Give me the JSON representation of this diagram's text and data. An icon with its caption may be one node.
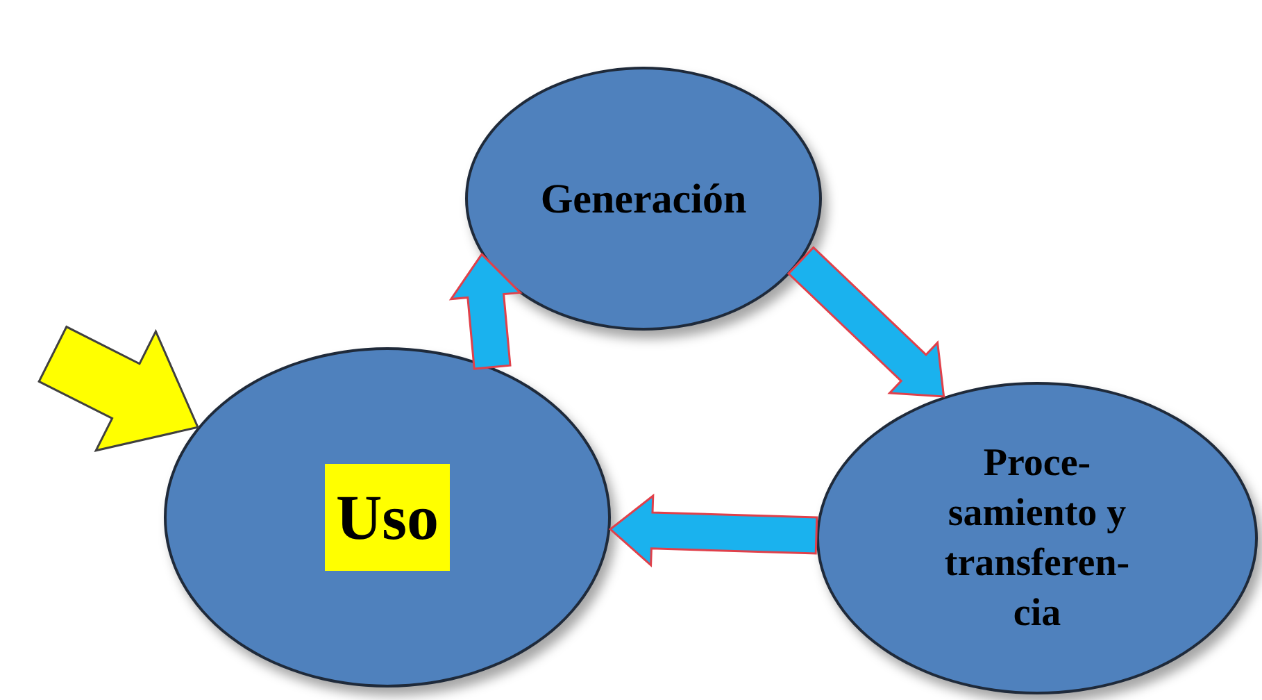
{
  "diagram": {
    "nodes": [
      {
        "text": [
          "Generación"
        ]
      },
      {
        "text": [
          "Proce- samiento y transferen- cia"
        ]
      },
      {
        "text": [
          "Uso"
        ]
      }
    ],
    "edges": [
      {
        "from": 0,
        "to": 1,
        "arrow": "to"
      },
      {
        "from": 1,
        "to": 2,
        "arrow": "to"
      },
      {
        "from": 2,
        "to": 0,
        "arrow": "to"
      },
      {
        "from": null,
        "to": 2,
        "arrow": "to",
        "color": "#ffff00"
      }
    ]
  }
}
